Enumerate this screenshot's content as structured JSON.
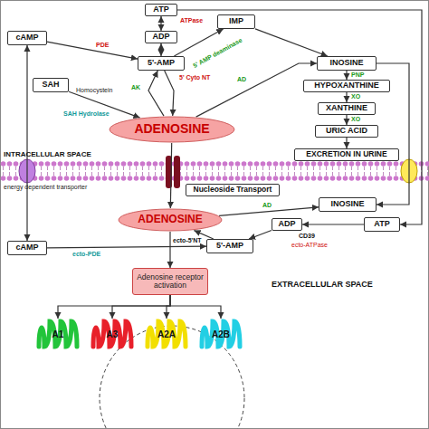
{
  "diagram": {
    "nodes": [
      {
        "text": [
          "ATP"
        ]
      },
      {
        "text": [
          "IMP"
        ]
      },
      {
        "text": [
          "cAMP"
        ]
      },
      {
        "text": [
          "ADP"
        ]
      },
      {
        "text": [
          "5'-AMP"
        ]
      },
      {
        "text": [
          "INOSINE"
        ]
      },
      {
        "text": [
          "SAH"
        ]
      },
      {
        "text": [
          "HYPOXANTHINE"
        ]
      },
      {
        "text": [
          "XANTHINE"
        ]
      },
      {
        "text": [
          "ADENOSINE"
        ]
      },
      {
        "text": [
          "URIC ACID"
        ]
      },
      {
        "text": [
          "EXCRETION IN URINE"
        ]
      },
      {
        "text": [
          "Nucleoside Transport"
        ]
      },
      {
        "text": [
          "ADENOSINE"
        ]
      },
      {
        "text": [
          "INOSINE"
        ]
      },
      {
        "text": [
          "ADP"
        ]
      },
      {
        "text": [
          "ATP"
        ]
      },
      {
        "text": [
          "cAMP"
        ]
      },
      {
        "text": [
          "5'-AMP"
        ]
      },
      {
        "text": [
          "Adenosine receptor activation"
        ]
      },
      {
        "text": [
          "A1"
        ]
      },
      {
        "text": [
          "A3"
        ]
      },
      {
        "text": [
          "A2A"
        ]
      },
      {
        "text": [
          "A2B"
        ]
      }
    ],
    "edges": [
      {
        "from": 0,
        "to": 3,
        "arrow": "both",
        "label": "ATPase"
      },
      {
        "from": 3,
        "to": 4,
        "arrow": "both"
      },
      {
        "from": 2,
        "to": 4,
        "arrow": "to",
        "label": "PDE"
      },
      {
        "from": 4,
        "to": 1,
        "arrow": "to",
        "label": "5' AMP deaminase"
      },
      {
        "from": 1,
        "to": 5,
        "arrow": "to"
      },
      {
        "from": 4,
        "to": 9,
        "arrow": "to",
        "label": "5' Cyto NT"
      },
      {
        "from": 9,
        "to": 4,
        "arrow": "to",
        "label": "AK"
      },
      {
        "from": 6,
        "to": 9,
        "arrow": "to",
        "label": "SAH Hydrolase"
      },
      {
        "from": 9,
        "to": 5,
        "arrow": "to",
        "label": "AD"
      },
      {
        "from": 5,
        "to": 7,
        "arrow": "to",
        "label": "PNP"
      },
      {
        "from": 7,
        "to": 8,
        "arrow": "to",
        "label": "XO"
      },
      {
        "from": 8,
        "to": 10,
        "arrow": "to",
        "label": "XO"
      },
      {
        "from": 10,
        "to": 11,
        "arrow": "to"
      },
      {
        "from": 2,
        "to": 17,
        "arrow": "both"
      },
      {
        "from": 9,
        "to": 13,
        "arrow": "to"
      },
      {
        "from": 5,
        "to": 14,
        "arrow": "to"
      },
      {
        "from": 0,
        "to": 16,
        "arrow": "to"
      },
      {
        "from": 13,
        "to": 14,
        "arrow": "to",
        "label": "AD"
      },
      {
        "from": 16,
        "to": 15,
        "arrow": "to"
      },
      {
        "from": 15,
        "to": 18,
        "arrow": "to"
      },
      {
        "from": 18,
        "to": 13,
        "arrow": "to",
        "label": "ecto-5'NT"
      },
      {
        "from": 17,
        "to": 18,
        "arrow": "to",
        "label": "ecto-PDE"
      },
      {
        "from": 13,
        "to": 19,
        "arrow": "to"
      },
      {
        "from": 19,
        "to": 20,
        "arrow": "to"
      },
      {
        "from": 19,
        "to": 21,
        "arrow": "to"
      },
      {
        "from": 19,
        "to": 22,
        "arrow": "to"
      },
      {
        "from": 19,
        "to": 23,
        "arrow": "to"
      }
    ],
    "labels": [
      "Homocystein",
      "INTRACELLULAR SPACE",
      "energy dependent transporter",
      "CD39",
      "ecto-ATPase",
      "EXTRACELLULAR SPACE"
    ]
  }
}
